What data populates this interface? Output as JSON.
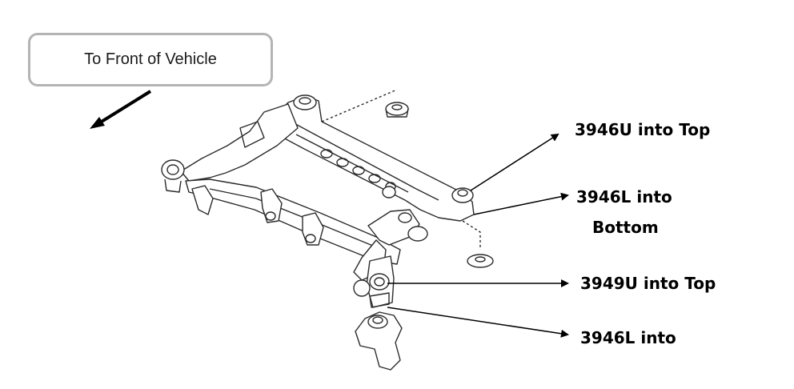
{
  "front_label": "To Front of Vehicle",
  "callouts": {
    "upper_top": "3946U into Top",
    "upper_bottom_line1": "3946L into",
    "upper_bottom_line2": "Bottom",
    "lower_top": "3949U into Top",
    "lower_bottom": "3946L into"
  },
  "colors": {
    "ink": "#000000",
    "line_art": "#2b2b2b",
    "box_border": "#b4b4b4"
  }
}
